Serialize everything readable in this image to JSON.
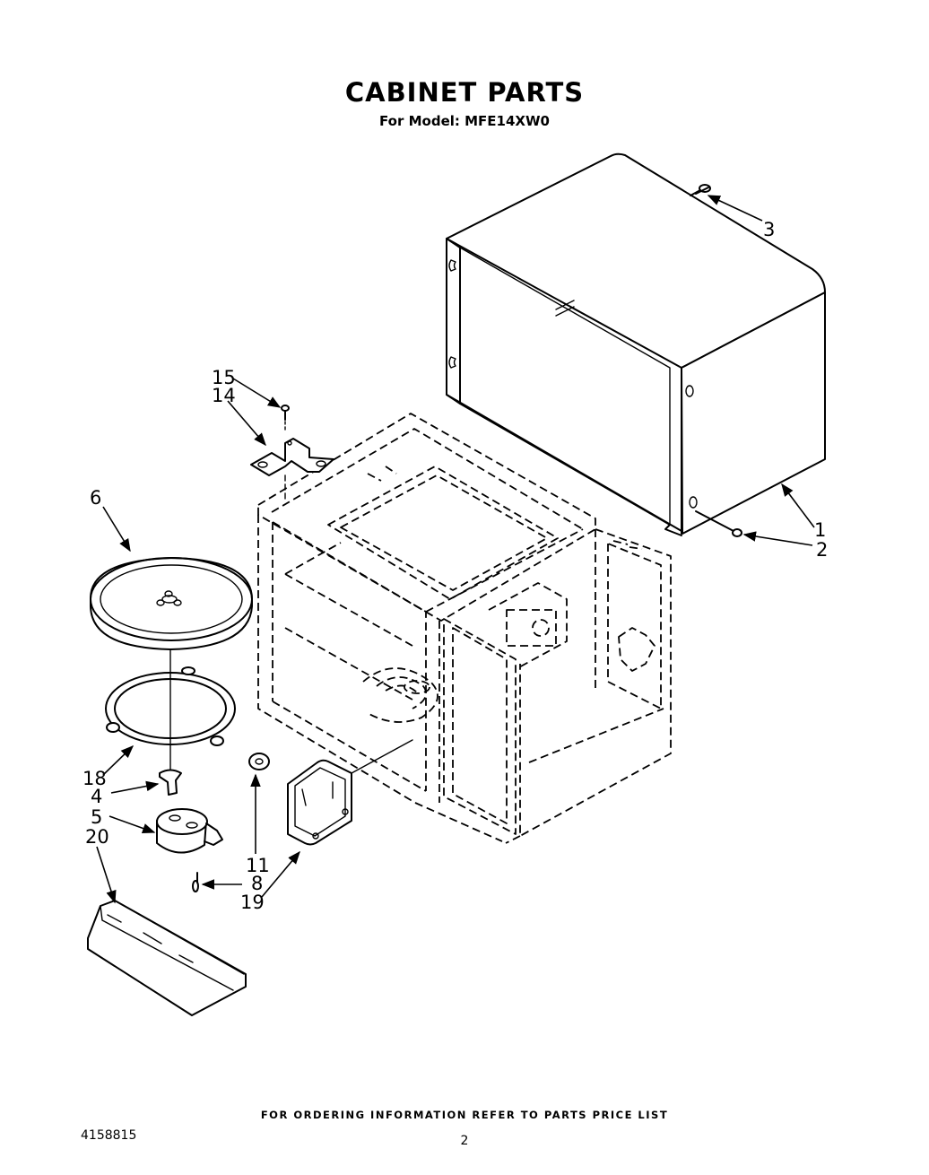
{
  "header": {
    "title": "CABINET PARTS",
    "subtitle": "For Model: MFE14XW0"
  },
  "callouts": [
    {
      "id": "c1",
      "text": "1"
    },
    {
      "id": "c2",
      "text": "2"
    },
    {
      "id": "c3",
      "text": "3"
    },
    {
      "id": "c4",
      "text": "4"
    },
    {
      "id": "c5",
      "text": "5"
    },
    {
      "id": "c6",
      "text": "6"
    },
    {
      "id": "c8",
      "text": "8"
    },
    {
      "id": "c11",
      "text": "11"
    },
    {
      "id": "c14",
      "text": "14"
    },
    {
      "id": "c15",
      "text": "15"
    },
    {
      "id": "c18",
      "text": "18"
    },
    {
      "id": "c19",
      "text": "19"
    },
    {
      "id": "c20",
      "text": "20"
    }
  ],
  "footer": {
    "ordering_note": "FOR ORDERING INFORMATION REFER TO PARTS PRICE LIST",
    "document_number": "4158815",
    "page_number": "2"
  }
}
